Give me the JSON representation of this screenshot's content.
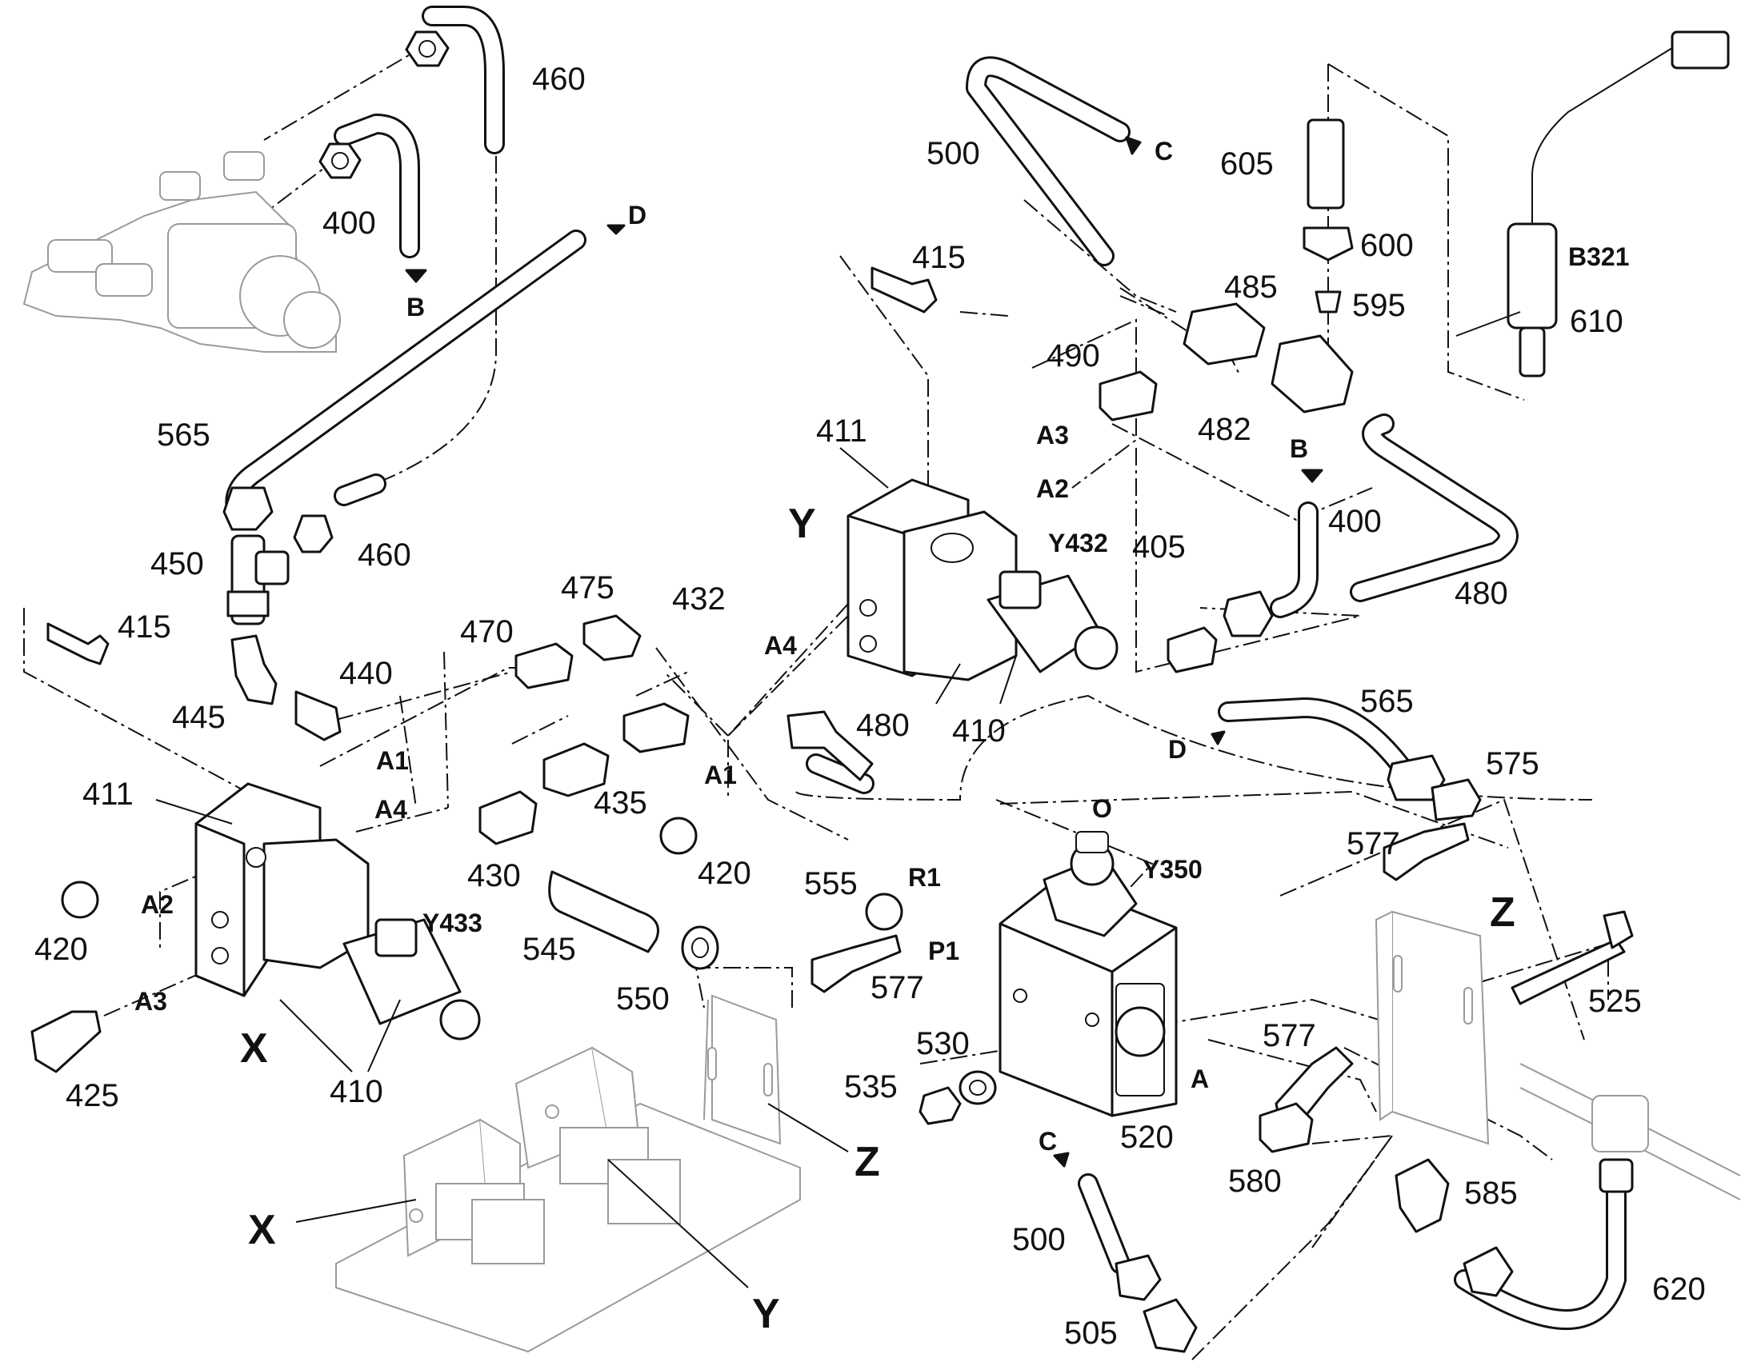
{
  "part_numbers": {
    "p460a": "460",
    "p400a": "400",
    "p565a": "565",
    "p460b": "460",
    "p450": "450",
    "p415a": "415",
    "p445": "445",
    "p440": "440",
    "p470": "470",
    "p475": "475",
    "p432": "432",
    "p435": "435",
    "p430": "430",
    "p411a": "411",
    "p420a": "420",
    "p425": "425",
    "p410a": "410",
    "p545": "545",
    "p550": "550",
    "p420b": "420",
    "p480a": "480",
    "p555": "555",
    "p577a": "577",
    "p500a": "500",
    "p605": "605",
    "p600": "600",
    "p595": "595",
    "p485": "485",
    "p482": "482",
    "p490": "490",
    "p415b": "415",
    "p411b": "411",
    "p410b": "410",
    "p405": "405",
    "p400b": "400",
    "p480b": "480",
    "p610": "610",
    "p565b": "565",
    "p575": "575",
    "p577b": "577",
    "p525": "525",
    "p530": "530",
    "p535": "535",
    "p520": "520",
    "p577c": "577",
    "p580": "580",
    "p585": "585",
    "p620": "620",
    "p500b": "500",
    "p505": "505"
  },
  "port_labels": {
    "A1a": "A1",
    "A4a": "A4",
    "A2a": "A2",
    "A3a": "A3",
    "A3b": "A3",
    "A2b": "A2",
    "A4b": "A4",
    "A1b": "A1",
    "R1": "R1",
    "P1": "P1",
    "O": "O",
    "A": "A",
    "Ba": "B",
    "Bb": "B",
    "Ca": "C",
    "Cb": "C",
    "Da": "D",
    "Db": "D"
  },
  "component_labels": {
    "Y432": "Y432",
    "Y433": "Y433",
    "Y350": "Y350",
    "B321": "B321"
  },
  "assembly_labels": {
    "X_main": "X",
    "Y_main": "Y",
    "Z_main": "Z",
    "X_ov": "X",
    "Y_ov": "Y",
    "Z_ov": "Z"
  }
}
